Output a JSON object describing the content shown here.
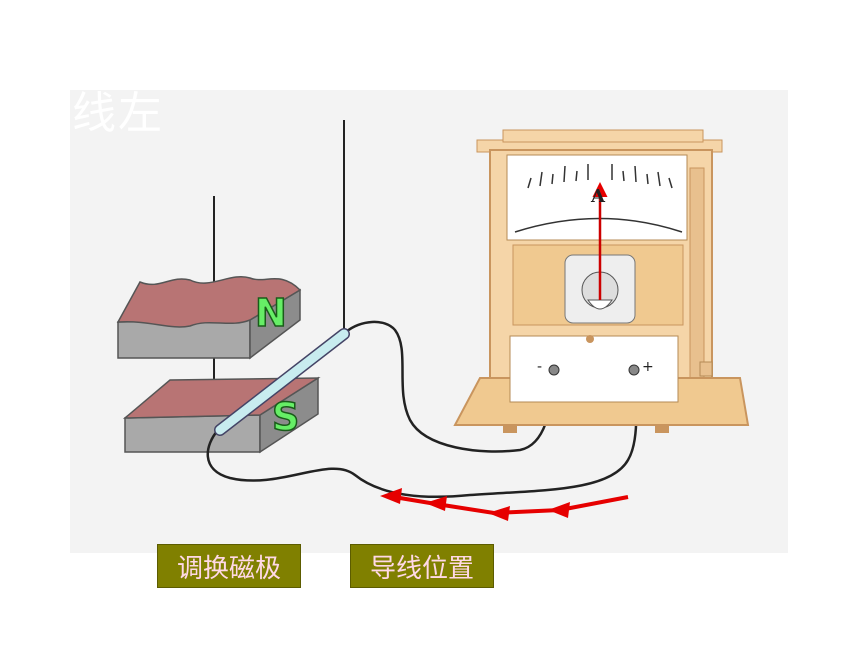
{
  "slide": {
    "faint_title": "线左"
  },
  "magnet": {
    "north_label": "N",
    "south_label": "S",
    "label_color": "#66ee66"
  },
  "ammeter": {
    "dial_label": "A",
    "minus_label": "-",
    "plus_label": "+"
  },
  "buttons": {
    "swap_poles": "调换磁极",
    "wire_position": "导线位置"
  },
  "colors": {
    "wood": "#f5d5a8",
    "wood_dark": "#c9955e",
    "magnet_top": "#b87474",
    "magnet_side": "#a0a0a0",
    "rod": "#c8ecef",
    "current_arrow": "#e60000",
    "button_bg": "#808000",
    "button_text": "#ffd9e6"
  }
}
